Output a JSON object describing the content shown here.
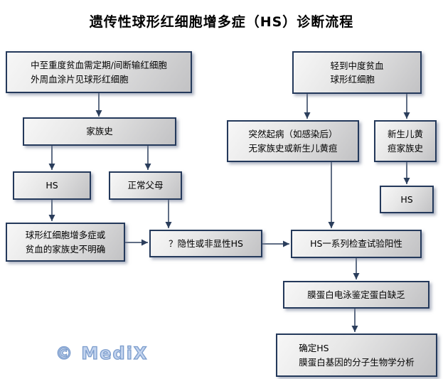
{
  "title": "遗传性球形红细胞增多症（HS）诊断流程",
  "watermark": "© MediX",
  "colors": {
    "box_border": "#24395b",
    "arrow": "#2b3e5c",
    "box_fill_light": "#f7f7f7",
    "box_fill_dark": "#c2c2c4",
    "watermark_fill": "#c2d3ee",
    "watermark_outline": "#7b9ccc"
  },
  "boxes": {
    "severe_anemia": {
      "lines": [
        "中至重度贫血需定期/间断输红细胞",
        "外周血涂片见球形红细胞"
      ]
    },
    "mild_anemia": {
      "lines": [
        "轻到中度贫血",
        "球形红细胞"
      ]
    },
    "family_history": {
      "lines": [
        "家族史"
      ]
    },
    "sudden_onset": {
      "lines": [
        "突然起病（如感染后）",
        "无家族史或新生儿黄疸"
      ]
    },
    "neonatal_jaundice_fh": {
      "lines": [
        "新生儿黄",
        "疸家族史"
      ]
    },
    "hs_left": {
      "lines": [
        "HS"
      ]
    },
    "normal_parents": {
      "lines": [
        "正常父母"
      ]
    },
    "hs_right": {
      "lines": [
        "HS"
      ]
    },
    "unclear_fh": {
      "lines": [
        "球形红细胞增多症或",
        "贫血的家族史不明确"
      ]
    },
    "recessive_hs": {
      "lines": [
        "？隐性或非显性HS"
      ]
    },
    "tests_positive": {
      "lines": [
        "HS一系列检查试验阳性"
      ]
    },
    "electrophoresis": {
      "lines": [
        "膜蛋白电泳鉴定蛋白缺乏"
      ]
    },
    "confirm_hs": {
      "lines": [
        "确定HS",
        "膜蛋白基因的分子生物学分析"
      ]
    }
  }
}
